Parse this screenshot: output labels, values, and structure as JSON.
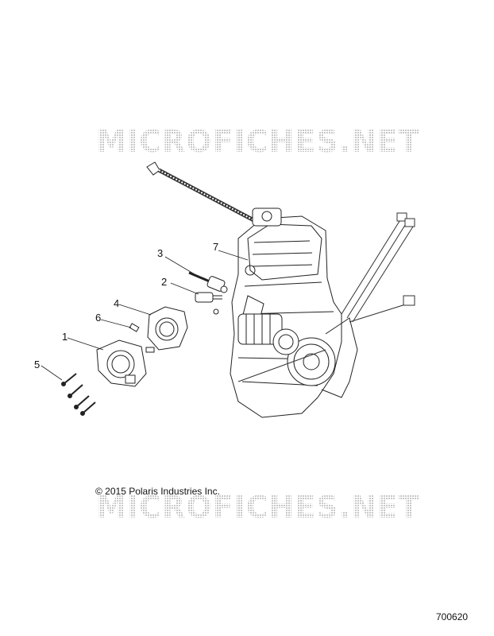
{
  "watermark_text": "MICROFICHES.NET",
  "copyright": "© 2015 Polaris Industries Inc.",
  "diagram_number": "700620",
  "callouts": [
    "1",
    "2",
    "3",
    "4",
    "5",
    "6",
    "7"
  ]
}
